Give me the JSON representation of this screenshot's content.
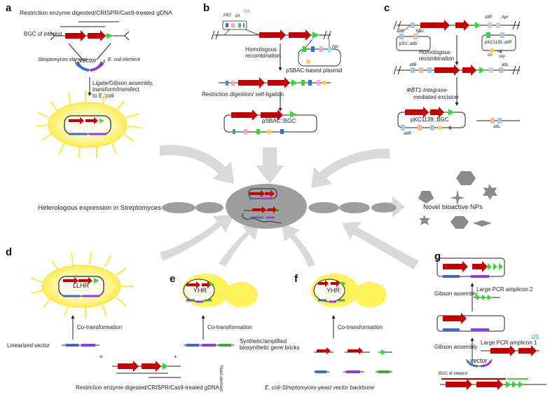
{
  "panels": [
    "a",
    "b",
    "c",
    "d",
    "e",
    "f",
    "g"
  ],
  "panel_a": {
    "top": "Restriction enzyme digested/CRISPR/Cas9-treated gDNA",
    "bgc": "BGC of interest",
    "strep": "Streptomyces element",
    "ecoli": "E. coli element",
    "vector": "vector",
    "step1": "Ligate/Gibson assembly,",
    "step2": "transform/transfect",
    "step3": "to E. coli"
  },
  "panel_b": {
    "frt": "FRT",
    "pir": "pir",
    "apr": "Apr",
    "us": "US",
    "homo1": "Homologous",
    "homo2": "recombination",
    "plasmid": "pSBAC-based plasmid",
    "digest": "Restriction digestion/ self-ligation",
    "result": "pSBAC::BGC"
  },
  "panel_c": {
    "attb_psv": "attB",
    "kan": "Kan",
    "psv": "pSV::attB",
    "attp": "attP",
    "apr": "Apr",
    "pkc_attp": "pKC1139::attP",
    "ori": "ori",
    "rep": "rep",
    "homo1": "Homologous",
    "homo2": "recombination",
    "attb": "attB",
    "attl": "attL",
    "integrase1": "ΦBT1-Integrase-",
    "integrase2": "mediated excision",
    "result": "pKC1139::BGC",
    "attr": "attR",
    "attl2": "attL"
  },
  "center": {
    "heterologous": "Heterologous expression in Streptomyces",
    "novel": "Novel bioactive NPs"
  },
  "panel_d": {
    "llhr": "LLHR",
    "cotrans": "Co-transformation",
    "linearized": "Linearized vector",
    "bottom": "Restriction enzyme digested/CRISPR/Cas9-treated gDNA"
  },
  "panel_e": {
    "yhr": "YHR",
    "cotrans": "Co-transformation",
    "yeast": "Yeast element"
  },
  "panel_f": {
    "yhr": "YHR",
    "cotrans": "Co-transformation",
    "bricks1": "Synthetic/amplified",
    "bricks2": "biosynthetic gene bricks",
    "backbone": "E. coli-Streptomyces-yeast vector backbone"
  },
  "panel_g": {
    "gibson1": "Gibson assembly",
    "gibson2": "Gibson assembly",
    "amplicon2": "Large PCR amplicon 2",
    "amplicon1": "Large PCR amplicon 1",
    "us": "US",
    "vector": "vector",
    "bgc": "BGC of interest"
  },
  "colors": {
    "gene": "#c40000",
    "green": "#39d439",
    "blue": "#3d6cc4",
    "purple": "#8b3fd8",
    "yellow": "#fff35c",
    "cell": "#f7f3a0",
    "grey": "#9e9e9e",
    "arrow": "#d9d9d9"
  }
}
